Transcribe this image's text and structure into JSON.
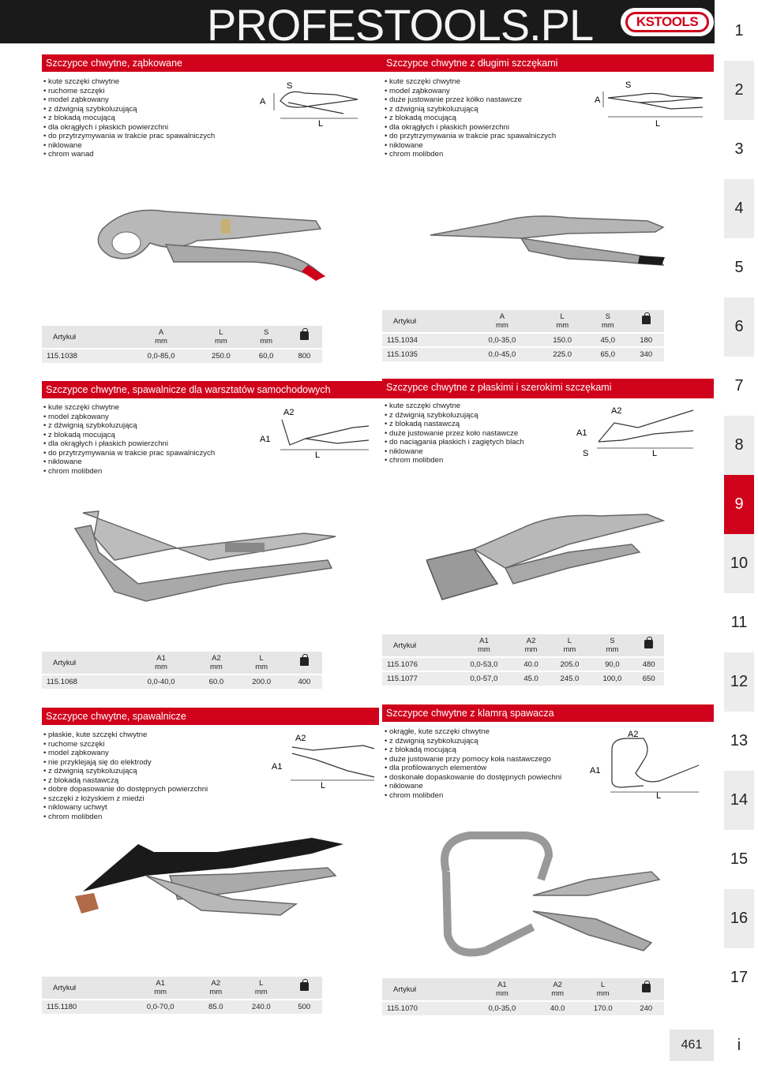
{
  "header": {
    "site_title": "PROFESTOOLS.PL",
    "brand": "KSTOOLS"
  },
  "index_tabs": [
    "1",
    "2",
    "3",
    "4",
    "5",
    "6",
    "7",
    "8",
    "9",
    "10",
    "11",
    "12",
    "13",
    "14",
    "15",
    "16",
    "17"
  ],
  "index_active": "9",
  "index_footer": "i",
  "page_number": "461",
  "sections": [
    {
      "title": "Szczypce chwytne, ząbkowane",
      "features": [
        "kute szczęki chwytne",
        "ruchome szczęki",
        "model ząbkowany",
        "z dźwignią szybkoluzującą",
        "z blokadą mocującą",
        "dla okrągłych i płaskich powierzchni",
        "do przytrzymywania w trakcie prac spawalniczych",
        "niklowane",
        "chrom wanad"
      ],
      "diagram_labels": [
        "A",
        "S",
        "L"
      ],
      "table": {
        "headers": [
          "Artykuł",
          "A\nmm",
          "L\nmm",
          "S\nmm",
          "g"
        ],
        "rows": [
          [
            "115.1038",
            "0,0-85,0",
            "250.0",
            "60,0",
            "800"
          ]
        ]
      }
    },
    {
      "title": "Szczypce chwytne z długimi szczękami",
      "features": [
        "kute szczęki chwytne",
        "model ząbkowany",
        "duże justowanie przez kółko nastawcze",
        "z dźwignią szybkoluzującą",
        "z blokadą mocującą",
        "dla okrągłych i płaskich powierzchni",
        "do przytrzymywania w trakcie prac spawalniczych",
        "niklowane",
        "chrom molibden"
      ],
      "diagram_labels": [
        "A",
        "S",
        "L"
      ],
      "table": {
        "headers": [
          "Artykuł",
          "A\nmm",
          "L\nmm",
          "S\nmm",
          "g"
        ],
        "rows": [
          [
            "115.1034",
            "0,0-35,0",
            "150.0",
            "45,0",
            "180"
          ],
          [
            "115.1035",
            "0,0-45,0",
            "225.0",
            "65,0",
            "340"
          ]
        ]
      }
    },
    {
      "title": "Szczypce chwytne, spawalnicze dla warsztatów samochodowych",
      "features": [
        "kute szczęki chwytne",
        "model ząbkowany",
        "z dźwignią szybkoluzującą",
        "z blokadą mocującą",
        "dla okrągłych i płaskich powierzchni",
        "do przytrzymywania w trakcie prac spawalniczych",
        "niklowane",
        "chrom molibden"
      ],
      "diagram_labels": [
        "A2",
        "A1",
        "L"
      ],
      "table": {
        "headers": [
          "Artykuł",
          "A1\nmm",
          "A2\nmm",
          "L\nmm",
          "g"
        ],
        "rows": [
          [
            "115.1068",
            "0,0-40,0",
            "60.0",
            "200.0",
            "400"
          ]
        ]
      }
    },
    {
      "title": "Szczypce chwytne z płaskimi i szerokimi szczękami",
      "features": [
        "kute szczęki chwytne",
        "z dźwignią szybkoluzującą",
        "z blokadą nastawczą",
        "duże justowanie przez koło nastawcze",
        "do naciągania płaskich i zagiętych blach",
        "niklowane",
        "chrom molibden"
      ],
      "diagram_labels": [
        "A2",
        "A1",
        "S",
        "L"
      ],
      "table": {
        "headers": [
          "Artykuł",
          "A1\nmm",
          "A2\nmm",
          "L\nmm",
          "S\nmm",
          "g"
        ],
        "rows": [
          [
            "115.1076",
            "0,0-53,0",
            "40.0",
            "205.0",
            "90,0",
            "480"
          ],
          [
            "115.1077",
            "0,0-57,0",
            "45.0",
            "245.0",
            "100,0",
            "650"
          ]
        ]
      }
    },
    {
      "title": "Szczypce chwytne, spawalnicze",
      "features": [
        "płaskie, kute szczęki chwytne",
        "ruchome szczęki",
        "model ząbkowany",
        "nie przyklejają się do elektrody",
        "z dźwignią szybkoluzującą",
        "z blokadą nastawczą",
        "dobre dopasowanie do dostępnych powierzchni",
        "szczęki z łożyskiem z miedzi",
        "niklowany uchwyt",
        "chrom molibden"
      ],
      "diagram_labels": [
        "A2",
        "A1",
        "L"
      ],
      "table": {
        "headers": [
          "Artykuł",
          "A1\nmm",
          "A2\nmm",
          "L\nmm",
          "g"
        ],
        "rows": [
          [
            "115.1180",
            "0,0-70,0",
            "85.0",
            "240.0",
            "500"
          ]
        ]
      }
    },
    {
      "title": "Szczypce chwytne z klamrą spawacza",
      "features": [
        "okrągłe, kute szczęki chwytne",
        "z dźwignią szybkoluzującą",
        "z blokadą mocującą",
        "duże justowanie przy pomocy koła nastawczego",
        "dla profilowanych elementów",
        "doskonałe dopaskowanie do dostępnych powiechni",
        "niklowane",
        "chrom molibden"
      ],
      "diagram_labels": [
        "A2",
        "A1",
        "L"
      ],
      "table": {
        "headers": [
          "Artykuł",
          "A1\nmm",
          "A2\nmm",
          "L\nmm",
          "g"
        ],
        "rows": [
          [
            "115.1070",
            "0,0-35,0",
            "40.0",
            "170.0",
            "240"
          ]
        ]
      }
    }
  ]
}
